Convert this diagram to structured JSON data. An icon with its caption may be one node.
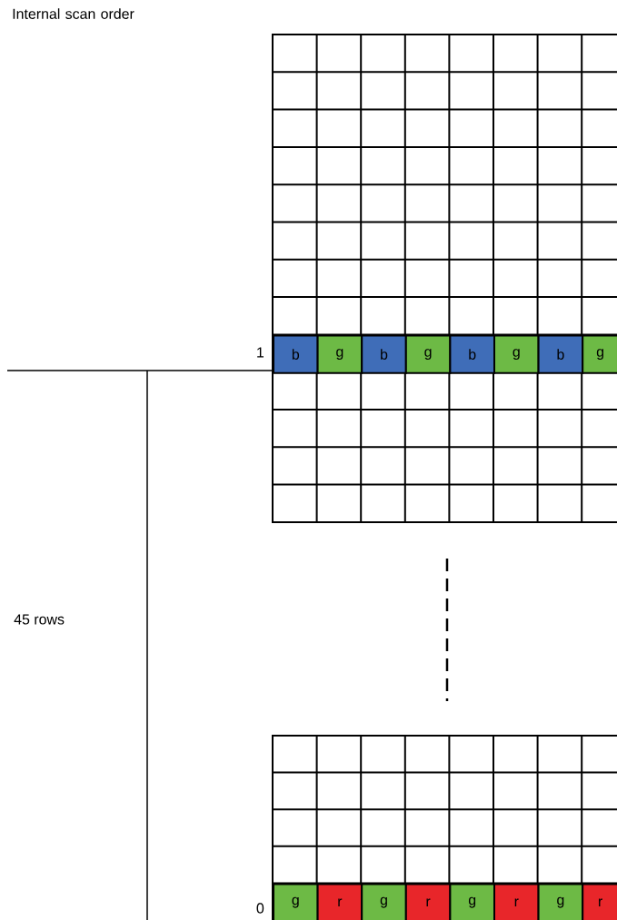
{
  "diagram": {
    "nodes": [
      {
        "text": [
          "b"
        ]
      },
      {
        "text": [
          "g"
        ]
      },
      {
        "text": [
          "b"
        ]
      },
      {
        "text": [
          "g"
        ]
      },
      {
        "text": [
          "b"
        ]
      },
      {
        "text": [
          "g"
        ]
      },
      {
        "text": [
          "b"
        ]
      },
      {
        "text": [
          "g"
        ]
      },
      {
        "text": [
          "g"
        ]
      },
      {
        "text": [
          "r"
        ]
      },
      {
        "text": [
          "g"
        ]
      },
      {
        "text": [
          "r"
        ]
      },
      {
        "text": [
          "g"
        ]
      },
      {
        "text": [
          "r"
        ]
      },
      {
        "text": [
          "g"
        ]
      },
      {
        "text": [
          "r"
        ]
      }
    ],
    "labels": [
      "Internal scan order",
      "1",
      "0",
      "45 rows"
    ]
  }
}
